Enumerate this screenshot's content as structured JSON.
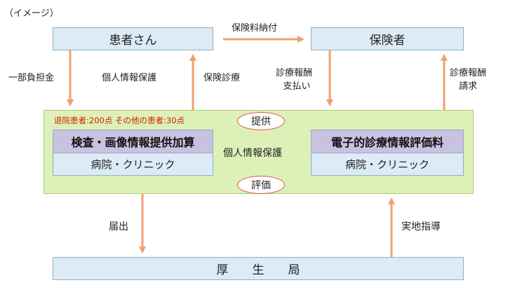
{
  "image_note": "（イメージ）",
  "patient": "患者さん",
  "insurer": "保険者",
  "bureau": "厚　　生　　局",
  "labels": {
    "premium": "保険料納付",
    "copay": "一部負担金",
    "privacy_top": "個人情報保護",
    "care": "保険診療",
    "payment_line1": "診療報酬",
    "payment_line2": "支払い",
    "claim_line1": "診療報酬",
    "claim_line2": "請求",
    "notify": "届出",
    "inspection": "実地指導",
    "privacy_mid": "個人情報保護"
  },
  "points_note": "退院患者:200点 その他の患者:30点",
  "left_box": {
    "title": "検査・画像情報提供加算",
    "sub": "病院・クリニック"
  },
  "right_box": {
    "title": "電子的診療情報評価料",
    "sub": "病院・クリニック"
  },
  "provide": "提供",
  "evaluate": "評価",
  "colors": {
    "arrow": "#f0a070",
    "box": "#dcebf5",
    "panel": "#ddf0b8",
    "title": "#c9c1e0",
    "note": "#cc2200",
    "oval": "#e05050"
  }
}
